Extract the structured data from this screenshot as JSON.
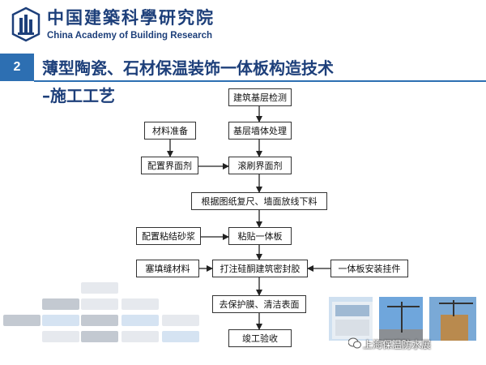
{
  "header": {
    "org_cn": "中国建築科學研究院",
    "org_en": "China Academy of Building Research"
  },
  "slide": {
    "number": "2",
    "title_line1": "薄型陶瓷、石材保温装饰一体板构造技术",
    "title_line2": "–施工工艺"
  },
  "flow": {
    "main": [
      "建筑基层检测",
      "基层墙体处理",
      "滚刷界面剂",
      "根据图纸复尺、墙面放线下料",
      "粘贴一体板",
      "打注硅酮建筑密封胶",
      "去保护膜、清洁表面",
      "竣工验收"
    ],
    "side_left": [
      "材料准备",
      "配置界面剂",
      "配置粘结砂浆",
      "塞填缝材料"
    ],
    "side_right": [
      "一体板安装挂件"
    ]
  },
  "watermark": {
    "text": "上海保温防水展"
  },
  "colors": {
    "brand": "#1d3f7a",
    "accent": "#2d6fb2"
  }
}
